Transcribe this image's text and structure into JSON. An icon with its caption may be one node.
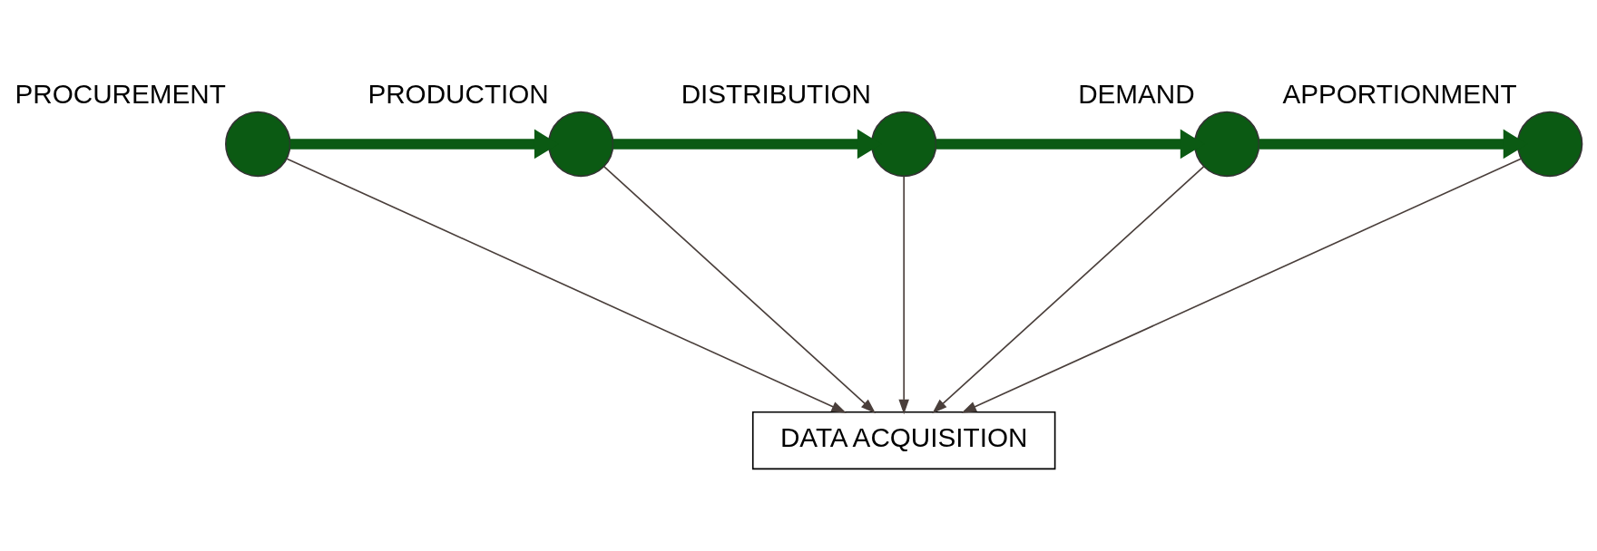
{
  "diagram": {
    "nodes": [
      {
        "text": [],
        "shape": "circle",
        "beside": [
          "PROCUREMENT"
        ]
      },
      {
        "text": [],
        "shape": "circle",
        "beside": [
          "PRODUCTION"
        ]
      },
      {
        "text": [],
        "shape": "circle",
        "beside": [
          "DISTRIBUTION"
        ]
      },
      {
        "text": [],
        "shape": "circle",
        "beside": [
          "DEMAND"
        ]
      },
      {
        "text": [],
        "shape": "circle",
        "beside": [
          "APPORTIONMENT"
        ]
      },
      {
        "text": [
          "DATA ACQUISITION"
        ]
      }
    ],
    "edges": [
      {
        "from": 0,
        "to": 1,
        "arrow": "to",
        "style": "thick",
        "color": "#0b5a13"
      },
      {
        "from": 1,
        "to": 2,
        "arrow": "to",
        "style": "thick",
        "color": "#0b5a13"
      },
      {
        "from": 2,
        "to": 3,
        "arrow": "to",
        "style": "thick",
        "color": "#0b5a13"
      },
      {
        "from": 3,
        "to": 4,
        "arrow": "to",
        "style": "thick",
        "color": "#0b5a13"
      },
      {
        "from": 0,
        "to": 5,
        "arrow": "to"
      },
      {
        "from": 1,
        "to": 5,
        "arrow": "to"
      },
      {
        "from": 2,
        "to": 5,
        "arrow": "to"
      },
      {
        "from": 3,
        "to": 5,
        "arrow": "to"
      },
      {
        "from": 4,
        "to": 5,
        "arrow": "to"
      }
    ]
  }
}
